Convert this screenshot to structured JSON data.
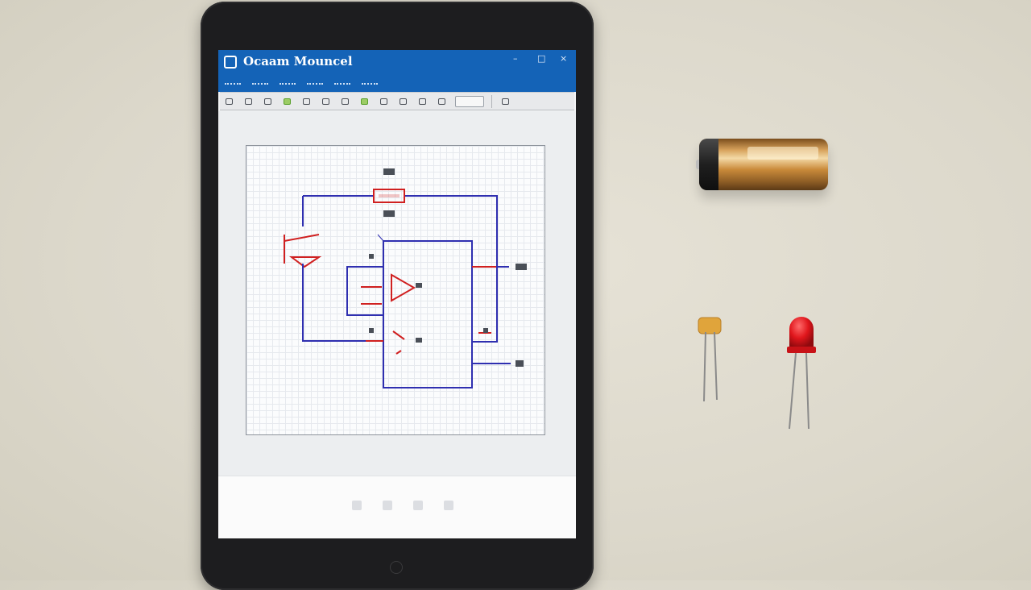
{
  "app": {
    "title": "Ocaam Mouncel",
    "menu_items": [
      "",
      "",
      "",
      "",
      "",
      ""
    ],
    "window_controls": [
      "–",
      "□",
      "×"
    ]
  },
  "toolbar": {
    "buttons": [
      "tool-1",
      "tool-2",
      "tool-3",
      "tool-4",
      "tool-5",
      "tool-6",
      "tool-7",
      "tool-8",
      "tool-9",
      "tool-10",
      "tool-11",
      "tool-12"
    ],
    "accent_green": "#5aa02c"
  },
  "schematic": {
    "wire_color": "#2f2fb0",
    "component_color": "#d02020"
  },
  "colors": {
    "titlebar": "#1463b7",
    "desk": "#dcd8cb",
    "tablet_bezel": "#1d1d1f"
  },
  "desk_objects": [
    "battery",
    "ceramic-capacitor",
    "red-led"
  ]
}
